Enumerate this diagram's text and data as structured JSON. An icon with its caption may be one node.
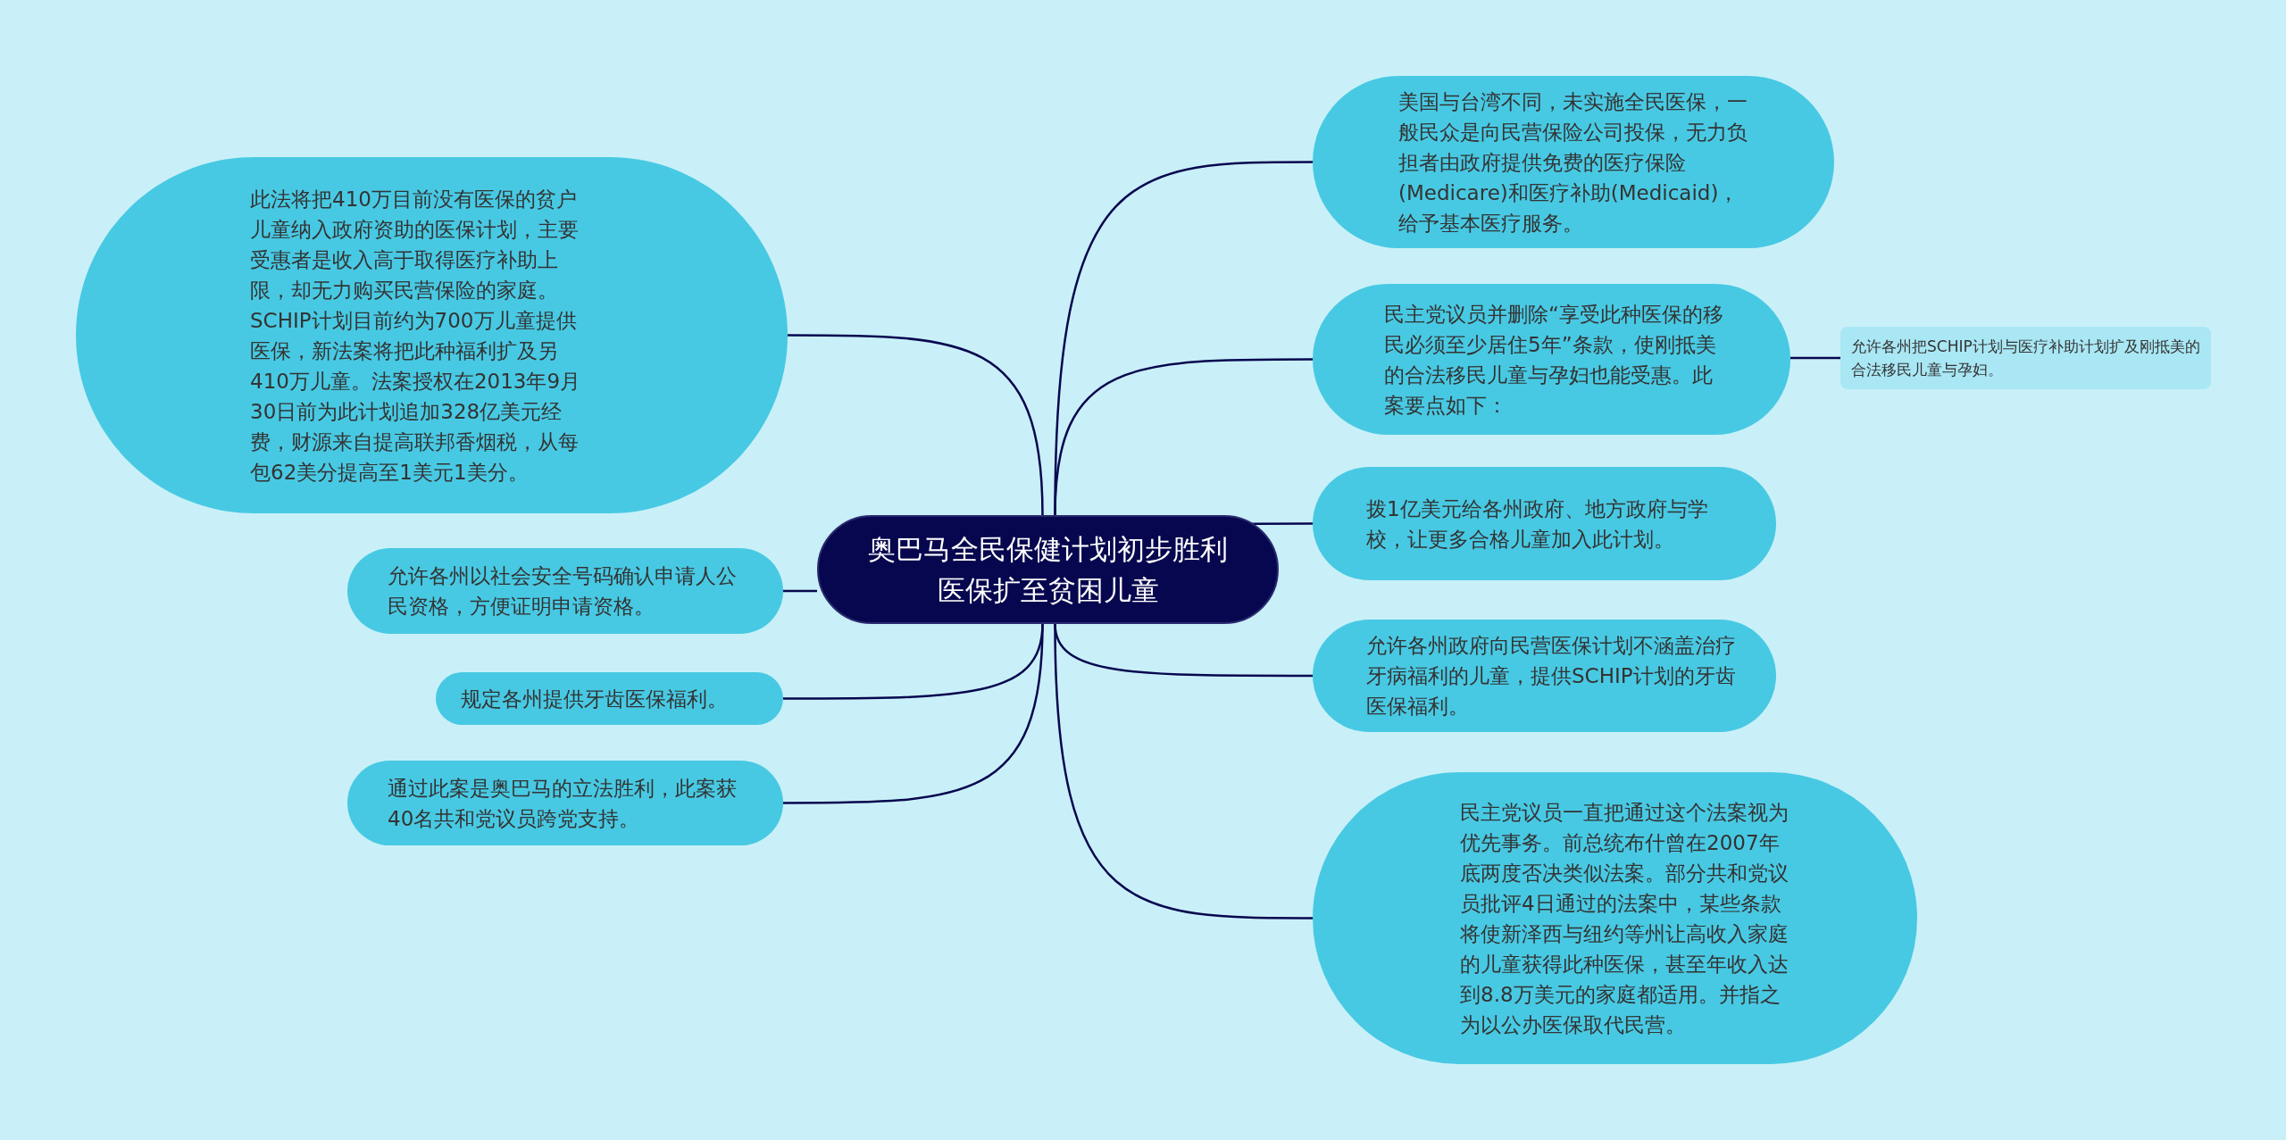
{
  "diagram": {
    "nodes": [
      {
        "text": [
          "奥巴马全民保健计划初步胜利医保扩至贫困儿童"
        ]
      },
      {
        "text": [
          "美国与台湾不同，未实施全民医保，一般民众是向民营保险公司投保，无力负担者由政府提供免费的医疗保险(Medicare)和医疗补助(Medicaid)，给予基本医疗服务。"
        ]
      },
      {
        "text": [
          "民主党议员并删除“享受此种医保的移民必须至少居住5年”条款，使刚抵美的合法移民儿童与孕妇也能受惠。此案要点如下："
        ]
      },
      {
        "text": [
          "允许各州把SCHIP计划与医疗补助计划扩及刚抵美的合法移民儿童与孕妇。"
        ]
      },
      {
        "text": [
          "拨1亿美元给各州政府、地方政府与学校，让更多合格儿童加入此计划。"
        ]
      },
      {
        "text": [
          "允许各州政府向民营医保计划不涵盖治疗牙病福利的儿童，提供SCHIP计划的牙齿医保福利。"
        ]
      },
      {
        "text": [
          "民主党议员一直把通过这个法案视为优先事务。前总统布什曾在2007年底两度否决类似法案。部分共和党议员批评4日通过的法案中，某些条款将使新泽西与纽约等州让高收入家庭的儿童获得此种医保，甚至年收入达到8.8万美元的家庭都适用。并指之为以公办医保取代民营。"
        ]
      },
      {
        "text": [
          "此法将把410万目前没有医保的贫户儿童纳入政府资助的医保计划，主要受惠者是收入高于取得医疗补助上限，却无力购买民营保险的家庭。SCHIP计划目前约为700万儿童提供医保，新法案将把此种福利扩及另410万儿童。法案授权在2013年9月30日前为此计划追加328亿美元经费，财源来自提高联邦香烟税，从每包62美分提高至1美元1美分。"
        ]
      },
      {
        "text": [
          "允许各州以社会安全号码确认申请人公民资格，方便证明申请资格。"
        ]
      },
      {
        "text": [
          "规定各州提供牙齿医保福利。"
        ]
      },
      {
        "text": [
          "通过此案是奥巴马的立法胜利，此案获40名共和党议员跨党支持。"
        ]
      }
    ],
    "edges": [
      {
        "from": 0,
        "to": 1,
        "arrow": "none"
      },
      {
        "from": 0,
        "to": 2,
        "arrow": "none"
      },
      {
        "from": 2,
        "to": 3,
        "arrow": "none"
      },
      {
        "from": 0,
        "to": 4,
        "arrow": "none"
      },
      {
        "from": 0,
        "to": 5,
        "arrow": "none"
      },
      {
        "from": 0,
        "to": 6,
        "arrow": "none"
      },
      {
        "from": 0,
        "to": 7,
        "arrow": "none"
      },
      {
        "from": 0,
        "to": 8,
        "arrow": "none"
      },
      {
        "from": 0,
        "to": 9,
        "arrow": "none"
      },
      {
        "from": 0,
        "to": 10,
        "arrow": "none"
      }
    ]
  }
}
